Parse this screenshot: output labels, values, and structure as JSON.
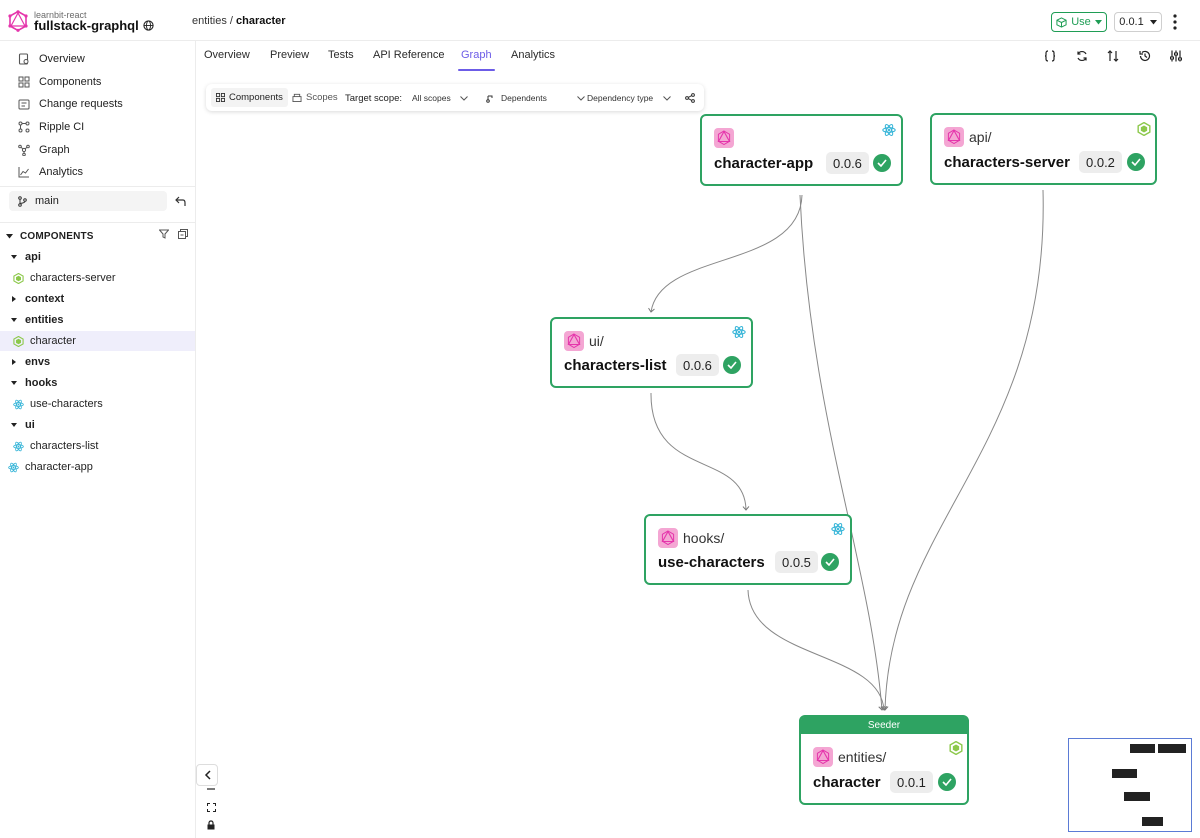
{
  "header": {
    "org": "learnbit-react",
    "scope": "fullstack-graphql",
    "breadcrumb_path": "entities / ",
    "breadcrumb_current": "character",
    "use_label": "Use",
    "version": "0.0.1"
  },
  "sidebar": {
    "nav": [
      {
        "label": "Overview",
        "icon": "overview-icon"
      },
      {
        "label": "Components",
        "icon": "components-icon"
      },
      {
        "label": "Change requests",
        "icon": "change-requests-icon"
      },
      {
        "label": "Ripple CI",
        "icon": "ripple-ci-icon"
      },
      {
        "label": "Graph",
        "icon": "graph-icon"
      },
      {
        "label": "Analytics",
        "icon": "analytics-icon"
      }
    ],
    "branch": "main",
    "components_title": "COMPONENTS",
    "tree": [
      {
        "label": "api",
        "type": "folder",
        "open": true
      },
      {
        "label": "characters-server",
        "type": "node-component"
      },
      {
        "label": "context",
        "type": "folder",
        "open": false
      },
      {
        "label": "entities",
        "type": "folder",
        "open": true
      },
      {
        "label": "character",
        "type": "node-component",
        "selected": true
      },
      {
        "label": "envs",
        "type": "folder",
        "open": false
      },
      {
        "label": "hooks",
        "type": "folder",
        "open": true
      },
      {
        "label": "use-characters",
        "type": "react-component"
      },
      {
        "label": "ui",
        "type": "folder",
        "open": true
      },
      {
        "label": "characters-list",
        "type": "react-component"
      },
      {
        "label": "character-app",
        "type": "react-component",
        "root": true
      }
    ]
  },
  "tabs": [
    "Overview",
    "Preview",
    "Tests",
    "API Reference",
    "Graph",
    "Analytics"
  ],
  "active_tab": "Graph",
  "toolbar": {
    "components": "Components",
    "scopes": "Scopes",
    "target_scope_label": "Target scope:",
    "all_scopes": "All scopes",
    "dependents": "Dependents",
    "dependency_type": "Dependency type"
  },
  "nodes": {
    "app": {
      "namespace": "",
      "name": "character-app",
      "version": "0.0.6",
      "env": "react"
    },
    "server": {
      "namespace": "api/",
      "name": "characters-server",
      "version": "0.0.2",
      "env": "node"
    },
    "list": {
      "namespace": "ui/",
      "name": "characters-list",
      "version": "0.0.6",
      "env": "react"
    },
    "hooks": {
      "namespace": "hooks/",
      "name": "use-characters",
      "version": "0.0.5",
      "env": "react"
    },
    "entity": {
      "namespace": "entities/",
      "name": "character",
      "version": "0.0.1",
      "env": "node",
      "badge": "Seeder"
    }
  },
  "colors": {
    "accent": "#6c5ce7",
    "success": "#2ea362",
    "graphql": "#e535ab",
    "react": "#37b5d8",
    "node": "#8cc84b"
  }
}
